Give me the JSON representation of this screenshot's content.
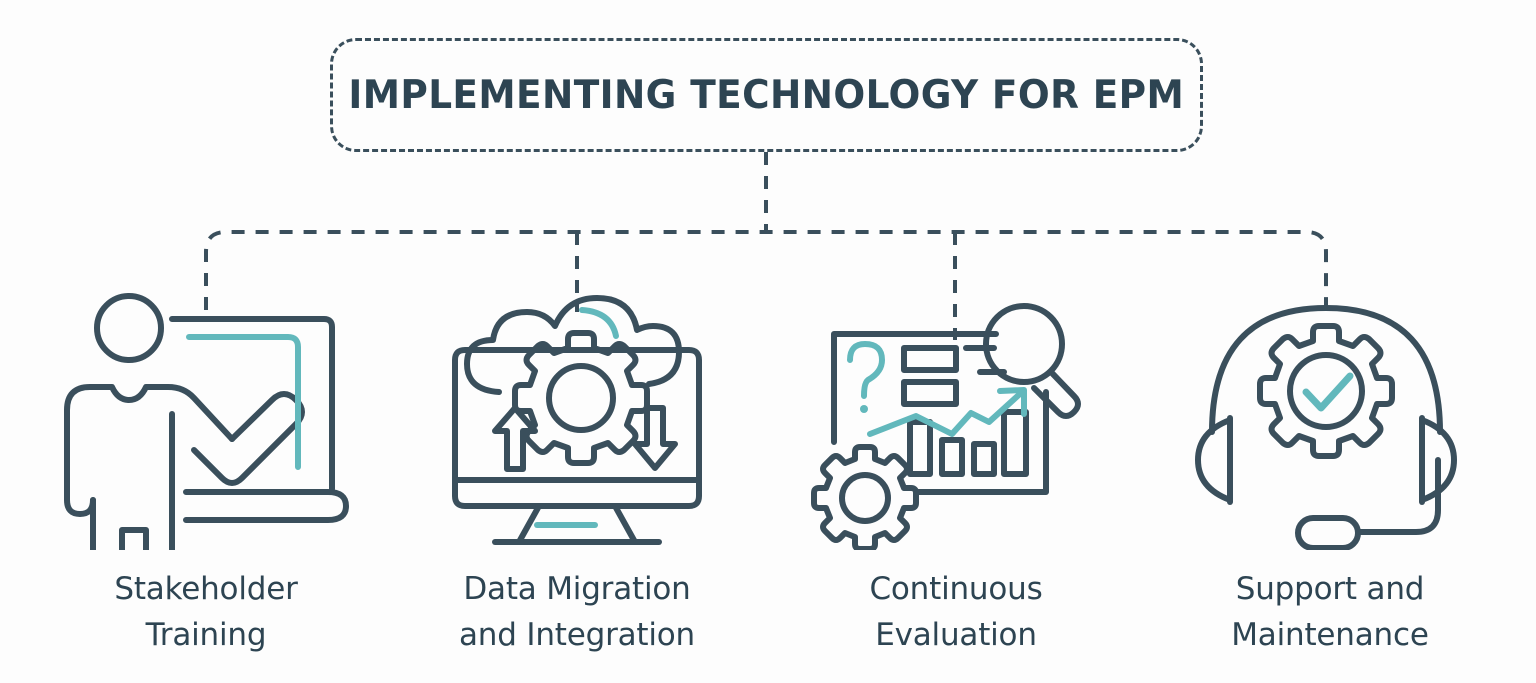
{
  "diagram": {
    "title": "IMPLEMENTING TECHNOLOGY FOR EPM",
    "type": "horizontal-tree",
    "colors": {
      "dark": "#3A4F5C",
      "text": "#2D4452",
      "accent": "#62B8BC",
      "background": "#FDFDFD"
    },
    "connector_style": "dashed",
    "nodes": [
      {
        "id": "stakeholder-training",
        "label": "Stakeholder\nTraining",
        "icon": "presenter-whiteboard-checkmark-icon"
      },
      {
        "id": "data-migration-and-integration",
        "label": "Data Migration\nand Integration",
        "icon": "monitor-cloud-gear-arrows-icon"
      },
      {
        "id": "continuous-evaluation",
        "label": "Continuous\nEvaluation",
        "icon": "analytics-magnifier-gear-icon"
      },
      {
        "id": "support-and-maintenance",
        "label": "Support and\nMaintenance",
        "icon": "headset-gear-check-icon"
      }
    ]
  }
}
